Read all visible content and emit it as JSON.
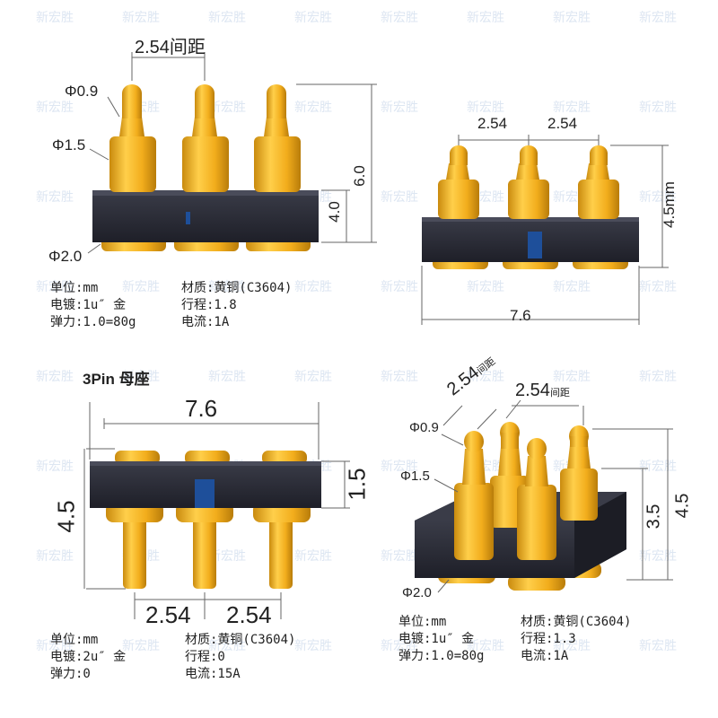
{
  "panel_tl": {
    "pitch_label": "2.54间距",
    "phi_tip": "Φ0.9",
    "phi_mid": "Φ1.5",
    "phi_base": "Φ2.0",
    "dim_4": "4.0",
    "dim_6": "6.0",
    "specs": {
      "unit": "单位:mm",
      "material": "材质:黄铜(C3604)",
      "plating": "电镀:1u″ 金",
      "stroke": "行程:1.8",
      "force": "弹力:1.0=80g",
      "current": "电流:1A"
    }
  },
  "panel_tr": {
    "pitch_1": "2.54",
    "pitch_2": "2.54",
    "height": "4.5mm",
    "width": "7.6"
  },
  "panel_bl": {
    "heading": "3Pin 母座",
    "width": "7.6",
    "height": "4.5",
    "body_h": "1.5",
    "pitch_1": "2.54",
    "pitch_2": "2.54",
    "specs": {
      "unit": "单位:mm",
      "material": "材质:黄铜(C3604)",
      "plating": "电镀:2u″ 金",
      "stroke": "行程:0",
      "force": "弹力:0",
      "current": "电流:15A"
    }
  },
  "panel_br": {
    "pitch_1": "2.54",
    "pitch_1_suffix": "间距",
    "pitch_2": "2.54",
    "pitch_2_suffix": "间距",
    "phi_tip": "Φ0.9",
    "phi_mid": "Φ1.5",
    "phi_base": "Φ2.0",
    "dim_35": "3.5",
    "dim_45": "4.5",
    "specs": {
      "unit": "单位:mm",
      "material": "材质:黄铜(C3604)",
      "plating": "电镀:1u″ 金",
      "stroke": "行程:1.3",
      "force": "弹力:1.0=80g",
      "current": "电流:1A"
    }
  },
  "watermark": "新宏胜",
  "colors": {
    "gold": "#f2ad1c",
    "gold_dark": "#c98a0e",
    "body": "#2b2d38",
    "body_dark": "#1c1d25",
    "blue_mark": "#1e4f9a",
    "dim_line": "#666666",
    "watermark": "#dde6f2"
  }
}
